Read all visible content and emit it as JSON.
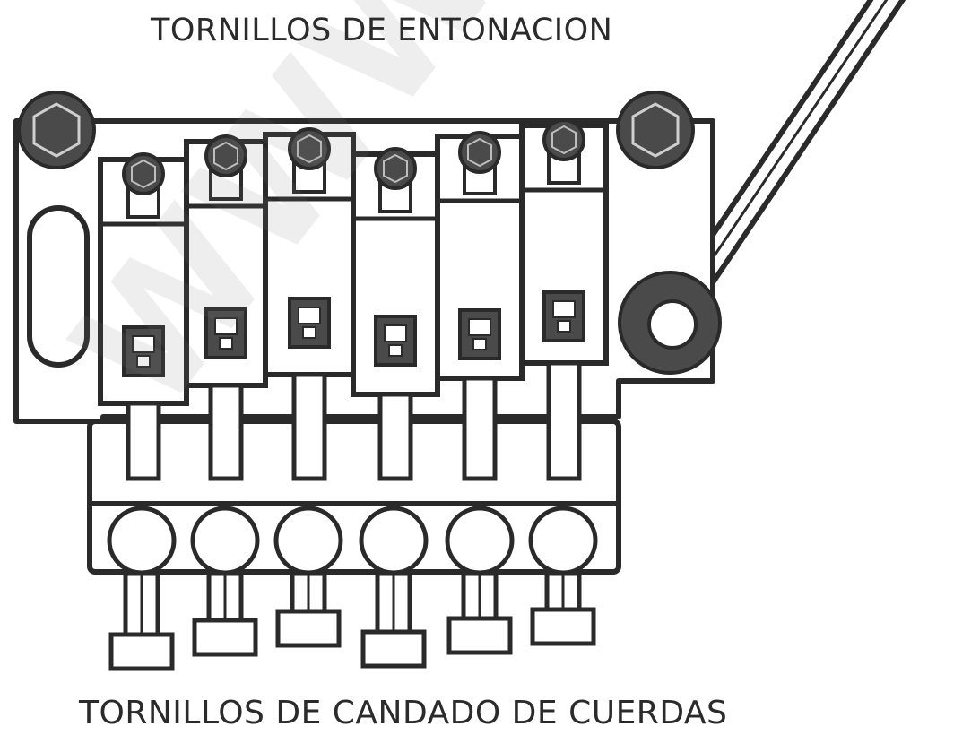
{
  "diagram": {
    "top_label": "TORNILLOS DE ENTONACION",
    "bottom_label": "TORNILLOS DE CANDADO DE CUERDAS",
    "watermark": "WWW.GEN",
    "colors": {
      "line": "#2a2a2a",
      "fill_dark": "#4a4a4a",
      "background": "#ffffff"
    },
    "saddle_count": 6,
    "string_lock_count": 6
  }
}
